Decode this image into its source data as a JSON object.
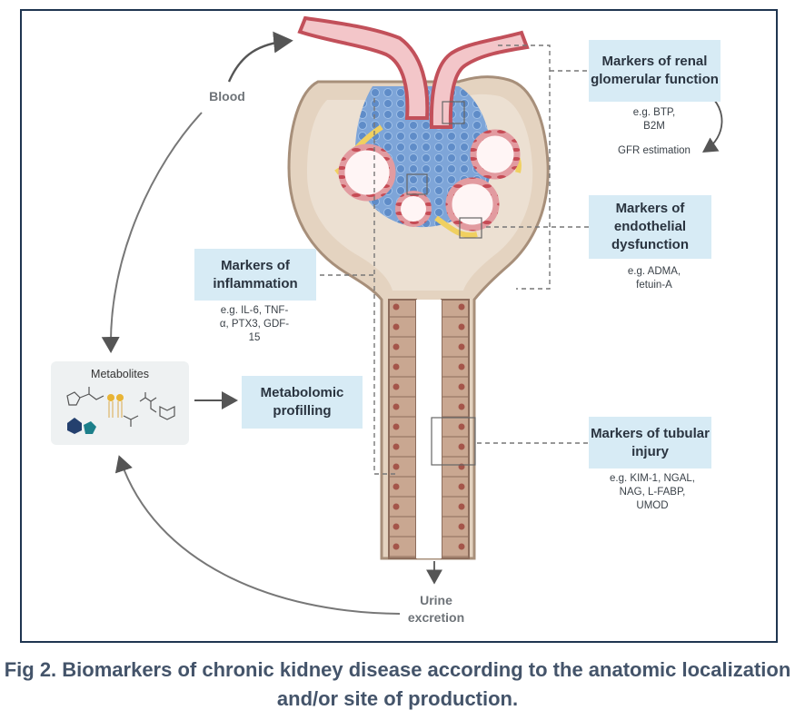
{
  "boxes": {
    "renal": "Markers of renal glomerular function",
    "endothelial": "Markers of endothelial dysfunction",
    "inflammation": "Markers of inflammation",
    "tubular": "Markers of tubular injury",
    "metabolomic": "Metabolomic profilling"
  },
  "notes": {
    "renal_eg": "e.g. BTP, B2M",
    "gfr": "GFR estimation",
    "endothelial_eg": "e.g. ADMA, fetuin-A",
    "inflammation_eg": "e.g. IL-6, TNF-α, PTX3, GDF-15",
    "tubular_eg": "e.g. KIM-1, NGAL, NAG, L-FABP, UMOD"
  },
  "labels": {
    "blood": "Blood",
    "metabolites": "Metabolites",
    "urine": "Urine excretion"
  },
  "caption": "Fig 2. Biomarkers of chronic kidney disease according to the anatomic localization and/or site of production.",
  "colors": {
    "capsule": "#e4d3c0",
    "capsule_edge": "#a78f7a",
    "vessel": "#e8a0a4",
    "vessel_wall": "#c2505a",
    "mesangium": "#6f9bd1",
    "yellow": "#f0d060",
    "box_fill": "#d7ebf5",
    "frame": "#1f3550"
  }
}
